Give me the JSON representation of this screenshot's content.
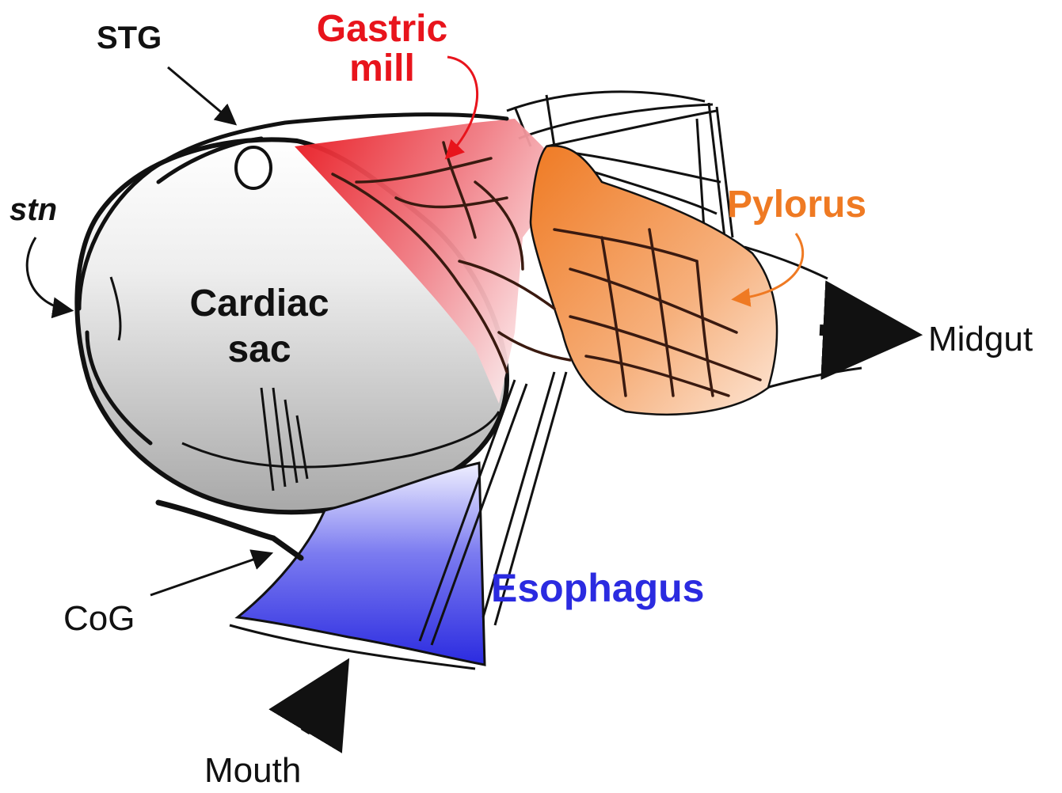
{
  "labels": {
    "stg": "STG",
    "gastric_line1": "Gastric",
    "gastric_line2": "mill",
    "stn": "stn",
    "pylorus": "Pylorus",
    "cardiac_line1": "Cardiac",
    "cardiac_line2": "sac",
    "midgut": "Midgut",
    "esophagus": "Esophagus",
    "cog": "CoG",
    "mouth": "Mouth"
  },
  "colors": {
    "gastric_mill": "#e8141c",
    "pylorus": "#ef7a23",
    "esophagus": "#2b2be0",
    "cardiac_sac": "#9a9a9a",
    "outline": "#111111"
  }
}
